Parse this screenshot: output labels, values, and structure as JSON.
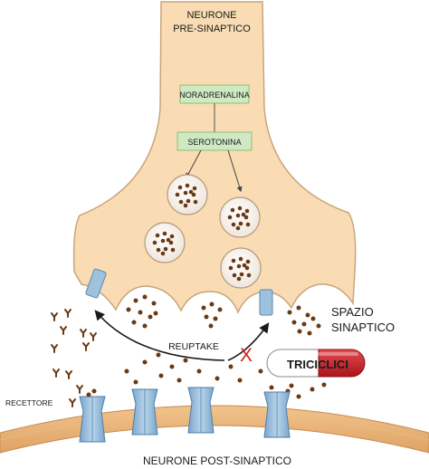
{
  "title_pre": {
    "line1": "NEURONE",
    "line2": "PRE-SINAPTICO"
  },
  "box_noradrenalina": "NORADRENALINA",
  "box_serotonina": "SEROTONINA",
  "spazio": {
    "line1": "SPAZIO",
    "line2": "SINAPTICO"
  },
  "reuptake": "REUPTAKE",
  "block_mark": "X",
  "drug": "TRICICLICI",
  "recettore": "RECETTORE",
  "title_post": "NEURONE POST-SINAPTICO",
  "colors": {
    "neuron_fill": "#f9dcb3",
    "neuron_stroke": "#c9a57a",
    "membrane": "#e8b37a",
    "vesicle_fill": "#ffffff",
    "dot": "#6b3a14",
    "receptor": "#9ec2de",
    "box_fill": "#cfe9c3",
    "box_stroke": "#8cbf7a",
    "drug_red": "#c9202a",
    "block_red": "#d42020",
    "text": "#1a1a1a"
  }
}
